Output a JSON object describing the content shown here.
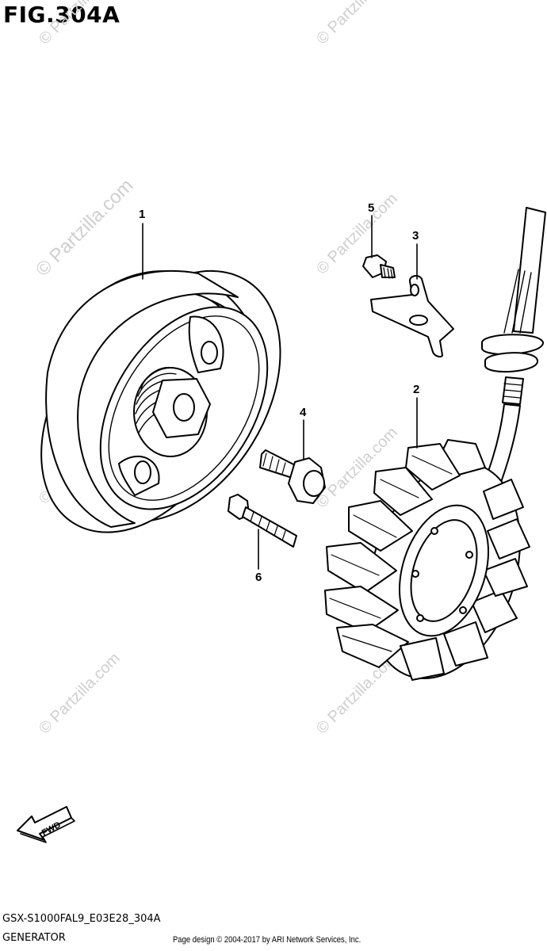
{
  "figure": {
    "title": "FIG.304A",
    "model_code": "GSX-S1000FAL9_E03E28_304A",
    "section_name": "GENERATOR",
    "footer": "Page design © 2004-2017 by ARI Network Services, Inc."
  },
  "watermark": {
    "large": "© Partzilla.com",
    "small": "© Partzilla.com"
  },
  "fwd_label": "FWD",
  "callouts": {
    "rotor": "1",
    "stator": "2",
    "bracket": "3",
    "rotor_bolt": "4",
    "bracket_screw": "5",
    "stator_screw": "6"
  }
}
